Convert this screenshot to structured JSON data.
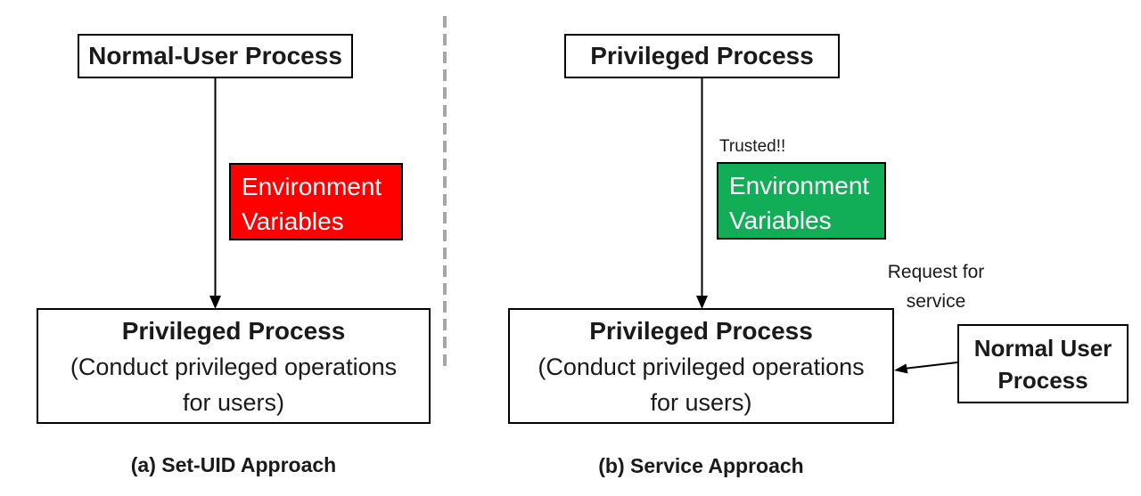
{
  "colors": {
    "untrusted_env_bg": "#fe0000",
    "trusted_env_bg": "#11ad57",
    "env_text": "#ffffff",
    "divider": "#a6a6a6",
    "box_border": "#000000",
    "text": "#1a1a1a"
  },
  "left_panel": {
    "top_box_label": "Normal-User Process",
    "env_box": {
      "line1": "Environment",
      "line2": "Variables"
    },
    "bottom_box": {
      "title": "Privileged Process",
      "subtitle_line1": "(Conduct privileged operations",
      "subtitle_line2": "for users)"
    },
    "caption": "(a) Set-UID Approach"
  },
  "right_panel": {
    "top_box_label": "Privileged Process",
    "trusted_label": "Trusted!!",
    "env_box": {
      "line1": "Environment",
      "line2": "Variables"
    },
    "request_label": {
      "line1": "Request for",
      "line2": "service"
    },
    "bottom_box": {
      "title": "Privileged Process",
      "subtitle_line1": "(Conduct privileged operations",
      "subtitle_line2": "for users)"
    },
    "normal_user_box": {
      "line1": "Normal User",
      "line2": "Process"
    },
    "caption": "(b) Service Approach"
  }
}
